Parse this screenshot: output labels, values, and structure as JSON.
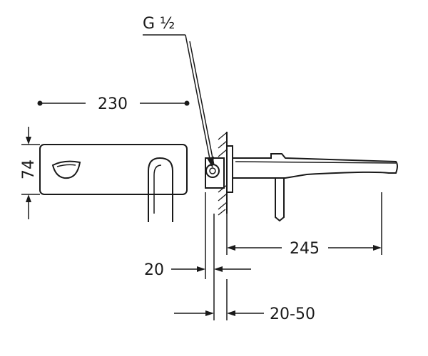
{
  "diagram": {
    "labels": {
      "thread": "G ½",
      "width_230": "230",
      "height_74": "74",
      "spout_245": "245",
      "wall_20": "20",
      "range_20_50": "20-50"
    }
  }
}
